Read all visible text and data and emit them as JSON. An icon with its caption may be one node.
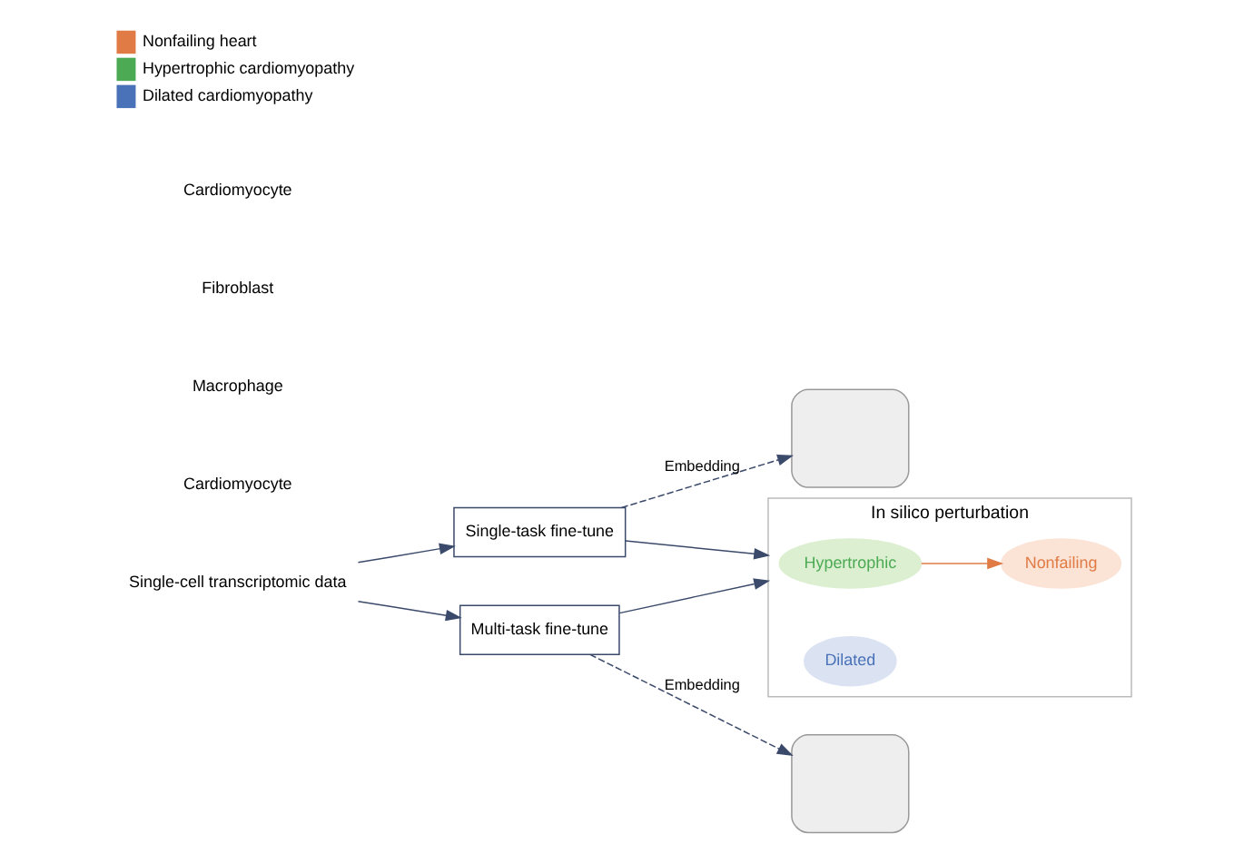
{
  "diagram": {
    "nodes": [
      {
        "text": [
          "Single-cell transcriptomic data"
        ]
      },
      {
        "text": [
          "Single-task fine-tune"
        ]
      },
      {
        "text": [
          "Multi-task fine-tune"
        ]
      },
      {
        "text": [],
        "shape": "box"
      },
      {
        "text": [],
        "shape": "box"
      },
      {
        "text": [
          "In silico perturbation"
        ]
      },
      {
        "text": [
          "Hypertrophic"
        ],
        "in": 5
      },
      {
        "text": [
          "Nonfailing"
        ],
        "in": 5
      },
      {
        "text": [
          "Dilated"
        ],
        "in": 5
      }
    ],
    "edges": [
      {
        "from": 0,
        "to": 1,
        "arrow": "to"
      },
      {
        "from": 0,
        "to": 2,
        "arrow": "to"
      },
      {
        "from": 1,
        "to": 3,
        "arrow": "to",
        "label": "Embedding",
        "style": "dashed"
      },
      {
        "from": 2,
        "to": 4,
        "arrow": "to",
        "label": "Embedding",
        "style": "dashed"
      },
      {
        "from": 1,
        "to": 5,
        "arrow": "to"
      },
      {
        "from": 2,
        "to": 5,
        "arrow": "to"
      },
      {
        "from": 6,
        "to": 7,
        "arrow": "to",
        "color": "#e07b45"
      }
    ],
    "labels": [
      "Cardiomyocyte",
      "Macrophage",
      "Fibroblast",
      "Cardiomyocyte"
    ],
    "legend": [
      {
        "text": "Nonfailing heart",
        "color": "#e07b45"
      },
      {
        "text": "Hypertrophic cardiomyopathy",
        "color": "#4caa55"
      },
      {
        "text": "Dilated cardiomyopathy",
        "color": "#4a72b8"
      }
    ]
  }
}
